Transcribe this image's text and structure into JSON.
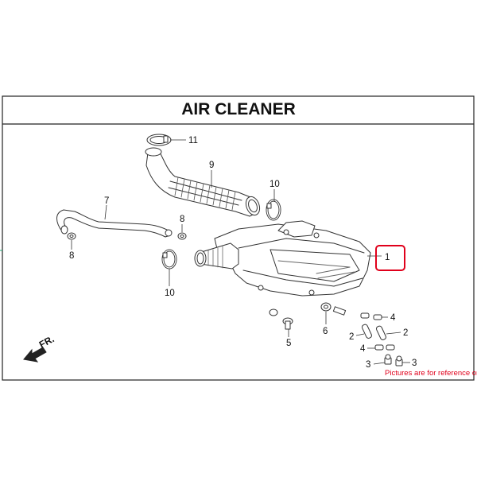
{
  "title": "AIR CLEANER",
  "note": "Pictures are for reference only",
  "direction_label": "FR.",
  "highlight_color": "#e0001b",
  "callouts": [
    {
      "id": "label-11",
      "text": "11"
    },
    {
      "id": "label-9",
      "text": "9"
    },
    {
      "id": "label-10a",
      "text": "10"
    },
    {
      "id": "label-7",
      "text": "7"
    },
    {
      "id": "label-8a",
      "text": "8"
    },
    {
      "id": "label-8b",
      "text": "8"
    },
    {
      "id": "label-10b",
      "text": "10"
    },
    {
      "id": "label-1",
      "text": "1"
    },
    {
      "id": "label-5",
      "text": "5"
    },
    {
      "id": "label-6",
      "text": "6"
    },
    {
      "id": "label-4a",
      "text": "4"
    },
    {
      "id": "label-2a",
      "text": "2"
    },
    {
      "id": "label-2b",
      "text": "2"
    },
    {
      "id": "label-4b",
      "text": "4"
    },
    {
      "id": "label-3a",
      "text": "3"
    },
    {
      "id": "label-3b",
      "text": "3"
    }
  ]
}
